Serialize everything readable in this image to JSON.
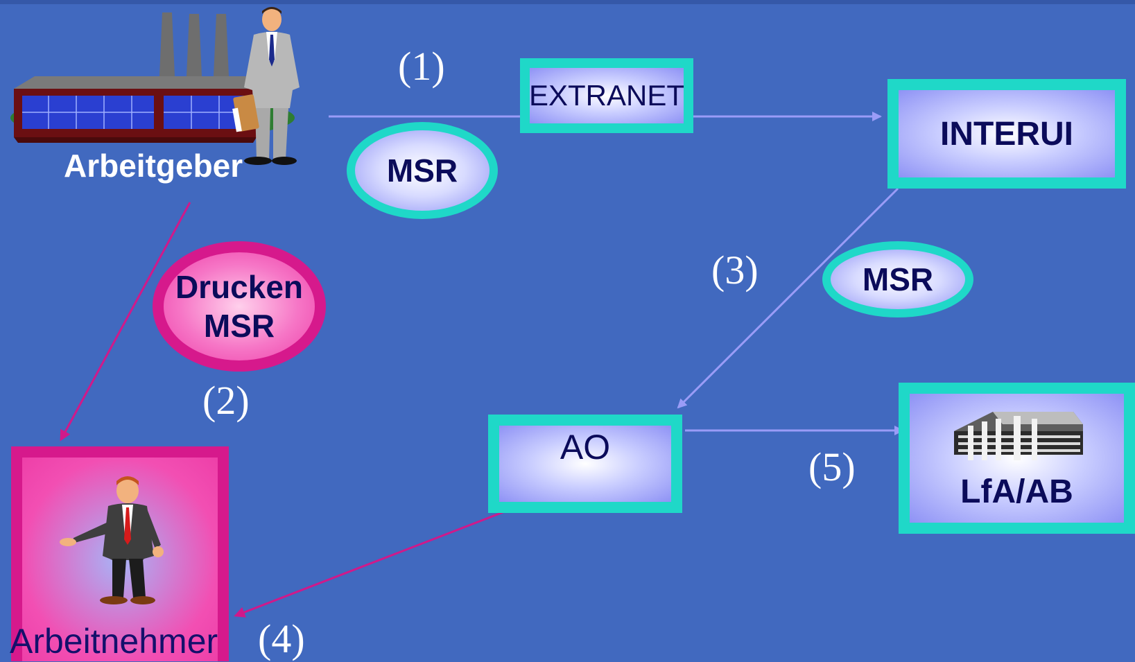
{
  "nodes": {
    "arbeitgeber": "Arbeitgeber",
    "arbeitnehmer": "Arbeitnehmer",
    "extranet": "EXTRANET",
    "interui": "INTERUI",
    "ao": "AO",
    "lfa": "LfA/AB"
  },
  "messages": {
    "msr_extranet": "MSR",
    "msr_interui": "MSR",
    "drucken_line1": "Drucken",
    "drucken_line2": "MSR"
  },
  "steps": {
    "s1": "(1)",
    "s2": "(2)",
    "s3": "(3)",
    "s4": "(4)",
    "s5": "(5)"
  },
  "colors": {
    "background": "#4169BF",
    "teal_border": "#1FD8C8",
    "pink_border": "#D6198C",
    "light_arrow": "#9A9CF7",
    "pink_arrow": "#D0198A",
    "text_dark": "#0B0B5A"
  },
  "icons": {
    "employer": "factory-with-businessman",
    "employee": "presenting-man",
    "office": "office-building"
  }
}
